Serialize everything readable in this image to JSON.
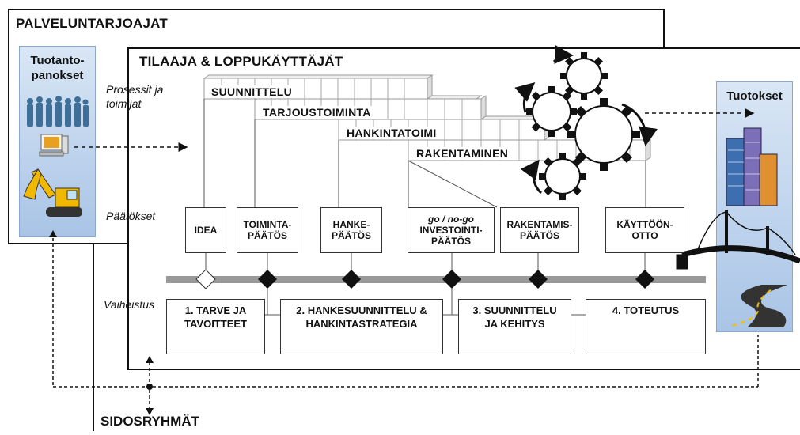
{
  "labels": {
    "outer_title": "PALVELUNTARJOAJAT",
    "inner_title": "TILAAJA & LOPPUKÄYTTÄJÄT",
    "inputs_title_1": "Tuotanto-",
    "inputs_title_2": "panokset",
    "outputs_title": "Tuotokset",
    "lane_processes_1": "Prosessit ja",
    "lane_processes_2": "toimijat",
    "lane_decisions": "Päätökset",
    "lane_phases": "Vaiheistus",
    "stakeholders": "SIDOSRYHMÄT"
  },
  "processes": [
    "SUUNNITTELU",
    "TARJOUSTOIMINTA",
    "HANKINTATOIMI",
    "RAKENTAMINEN"
  ],
  "decisions": [
    {
      "line1": "IDEA",
      "line2": ""
    },
    {
      "line1": "TOIMINTA-",
      "line2": "PÄÄTÖS"
    },
    {
      "line1": "HANKE-",
      "line2": "PÄÄTÖS"
    },
    {
      "line0": "go / no-go",
      "line1": "INVESTOINTI-",
      "line2": "PÄÄTÖS"
    },
    {
      "line1": "RAKENTAMIS-",
      "line2": "PÄÄTÖS"
    },
    {
      "line1": "KÄYTTÖÖN-",
      "line2": "OTTO"
    }
  ],
  "phases": [
    {
      "line1": "1. TARVE JA",
      "line2": "TAVOITTEET"
    },
    {
      "line1": "2. HANKESUUNNITTELU &",
      "line2": "HANKINTASTRATEGIA"
    },
    {
      "line1": "3. SUUNNITTELU",
      "line2": "JA KEHITYS"
    },
    {
      "line1": "4. TOTEUTUS",
      "line2": ""
    }
  ]
}
